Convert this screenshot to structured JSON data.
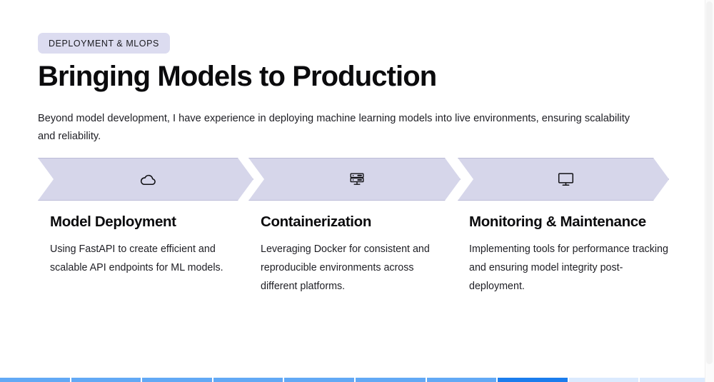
{
  "slide": {
    "badge": "DEPLOYMENT & MLOPS",
    "title": "Bringing Models to Production",
    "intro": "Beyond model development, I have experience in deploying machine learning models into live environments, ensuring scalability and reliability.",
    "accent_color": "#d6d6ea",
    "badge_color": "#dcdcf0",
    "steps": [
      {
        "icon": "cloud-icon",
        "title": "Model Deployment",
        "body": "Using FastAPI to create efficient and scalable API endpoints for ML models."
      },
      {
        "icon": "server-icon",
        "title": "Containerization",
        "body": "Leveraging Docker for consistent and reproducible environments across different platforms."
      },
      {
        "icon": "monitor-icon",
        "title": "Monitoring & Maintenance",
        "body": "Implementing tools for performance tracking and ensuring model integrity post-deployment."
      }
    ]
  },
  "progress": {
    "total": 10,
    "current": 8,
    "active_color": "#1b7ded",
    "filled_color": "#62a9f5",
    "empty_color": "#dbeafe"
  }
}
